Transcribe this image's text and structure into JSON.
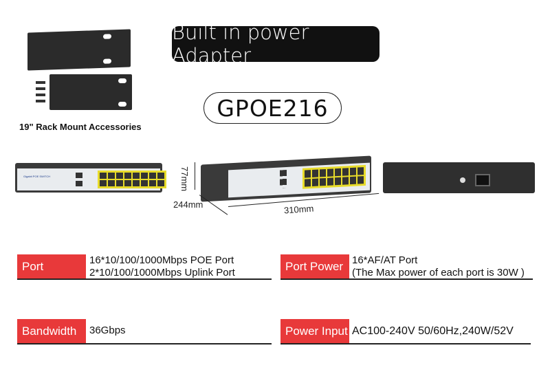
{
  "headline": "Built in power Adapter",
  "model": "GPOE216",
  "accessories_caption": "19\" Rack Mount Accessories",
  "device_brand_text": "Gigabit POE SWITCH",
  "dimensions": {
    "height": "77mm",
    "depth": "244mm",
    "width": "310mm"
  },
  "specs": [
    {
      "label": "Port",
      "lines": [
        "16*10/100/1000Mbps POE Port",
        "2*10/100/1000Mbps Uplink Port"
      ]
    },
    {
      "label": "Port Power",
      "lines": [
        "16*AF/AT Port",
        "(The Max power of each port is 30W )"
      ]
    },
    {
      "label": "Bandwidth",
      "lines": [
        "36Gbps"
      ]
    },
    {
      "label": "Power Input",
      "lines": [
        "AC100-240V 50/60Hz,240W/52V"
      ]
    }
  ],
  "colors": {
    "label_bg": "#e8393a",
    "port_highlight": "#e8dc2a"
  }
}
